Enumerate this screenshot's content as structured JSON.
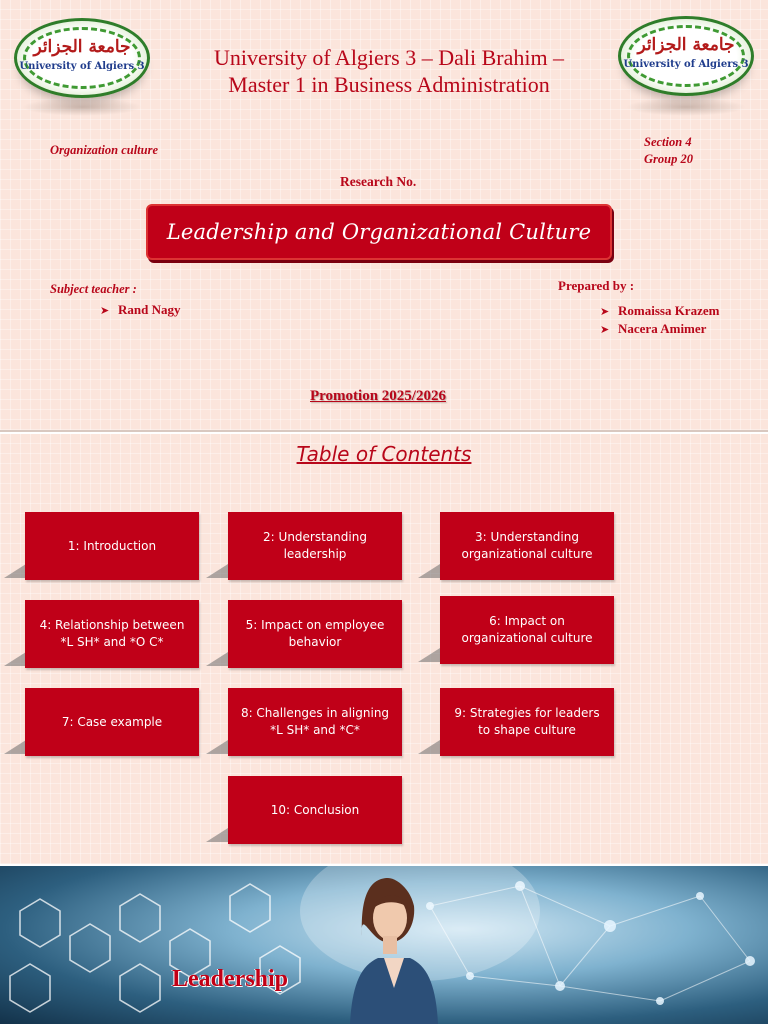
{
  "cover": {
    "logo": {
      "arabic": "جامعة الجزائر",
      "latin": "University of Algiers 3"
    },
    "university_line1": "University of Algiers 3 – Dali Brahim –",
    "university_line2": "Master 1 in Business Administration",
    "course": "Organization culture",
    "section": "Section 4",
    "group": "Group 20",
    "research_label": "Research No.",
    "title": "Leadership and Organizational Culture",
    "teacher_label": "Subject teacher :",
    "teacher_name": "Rand Nagy",
    "prepared_label": "Prepared by :",
    "authors": [
      "Romaissa Krazem",
      "Nacera Amimer"
    ],
    "promotion": "Promotion 2025/2026"
  },
  "toc": {
    "title": "Table of Contents",
    "items": [
      "1: Introduction",
      "2: Understanding leadership",
      "3: Understanding organizational culture",
      "4: Relationship between *L SH* and *O C*",
      "5: Impact on employee behavior",
      "6: Impact on organizational culture",
      "7: Case example",
      "8: Challenges in aligning *L SH* and *C*",
      "9: Strategies for leaders to shape culture",
      "10: Conclusion"
    ]
  },
  "image_page": {
    "title": "Leadership"
  },
  "colors": {
    "accent": "#b8071a",
    "banner": "#c00018",
    "background": "#fbe5dc"
  }
}
